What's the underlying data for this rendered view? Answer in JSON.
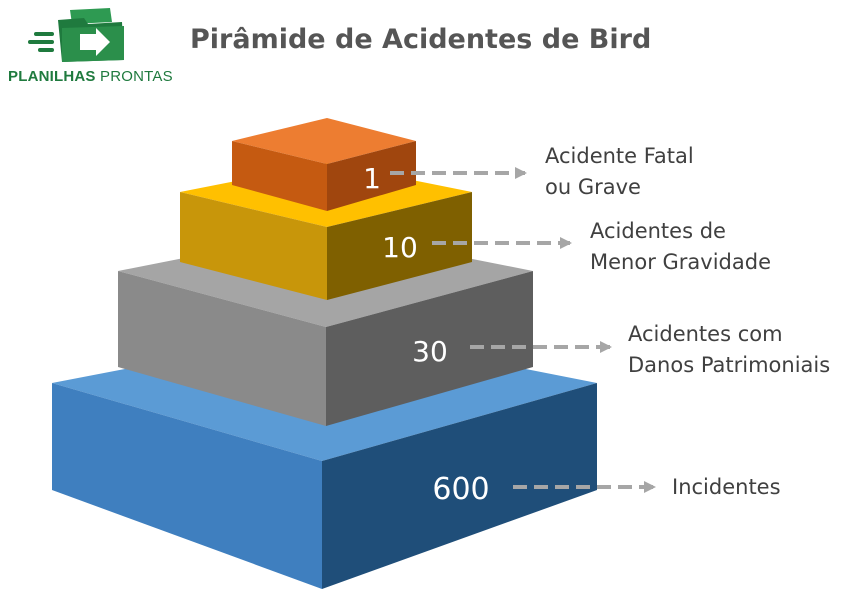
{
  "logo": {
    "bold": "PLANILHAS",
    "light": " PRONTAS",
    "icon": "folder-arrow-icon"
  },
  "title": "Pirâmide de Acidentes de Bird",
  "levels": [
    {
      "value": "1",
      "lines": [
        "Acidente Fatal",
        "ou Grave"
      ]
    },
    {
      "value": "10",
      "lines": [
        "Acidentes de",
        "Menor Gravidade"
      ]
    },
    {
      "value": "30",
      "lines": [
        "Acidentes com",
        "Danos Patrimoniais"
      ]
    },
    {
      "value": "600",
      "lines": [
        "Incidentes"
      ]
    }
  ],
  "colors": {
    "level1": {
      "top": "#ED7D31",
      "left": "#C55A11",
      "right": "#A0460E"
    },
    "level2": {
      "top": "#FFC000",
      "left": "#C8960A",
      "right": "#7F6000"
    },
    "level3": {
      "top": "#A5A5A5",
      "left": "#8A8A8A",
      "right": "#5E5E5E"
    },
    "level4": {
      "top": "#5B9BD5",
      "left": "#3F7FBF",
      "right": "#1F4E79"
    },
    "arrow": "#A6A6A6",
    "logo": "#1F7A3E"
  }
}
